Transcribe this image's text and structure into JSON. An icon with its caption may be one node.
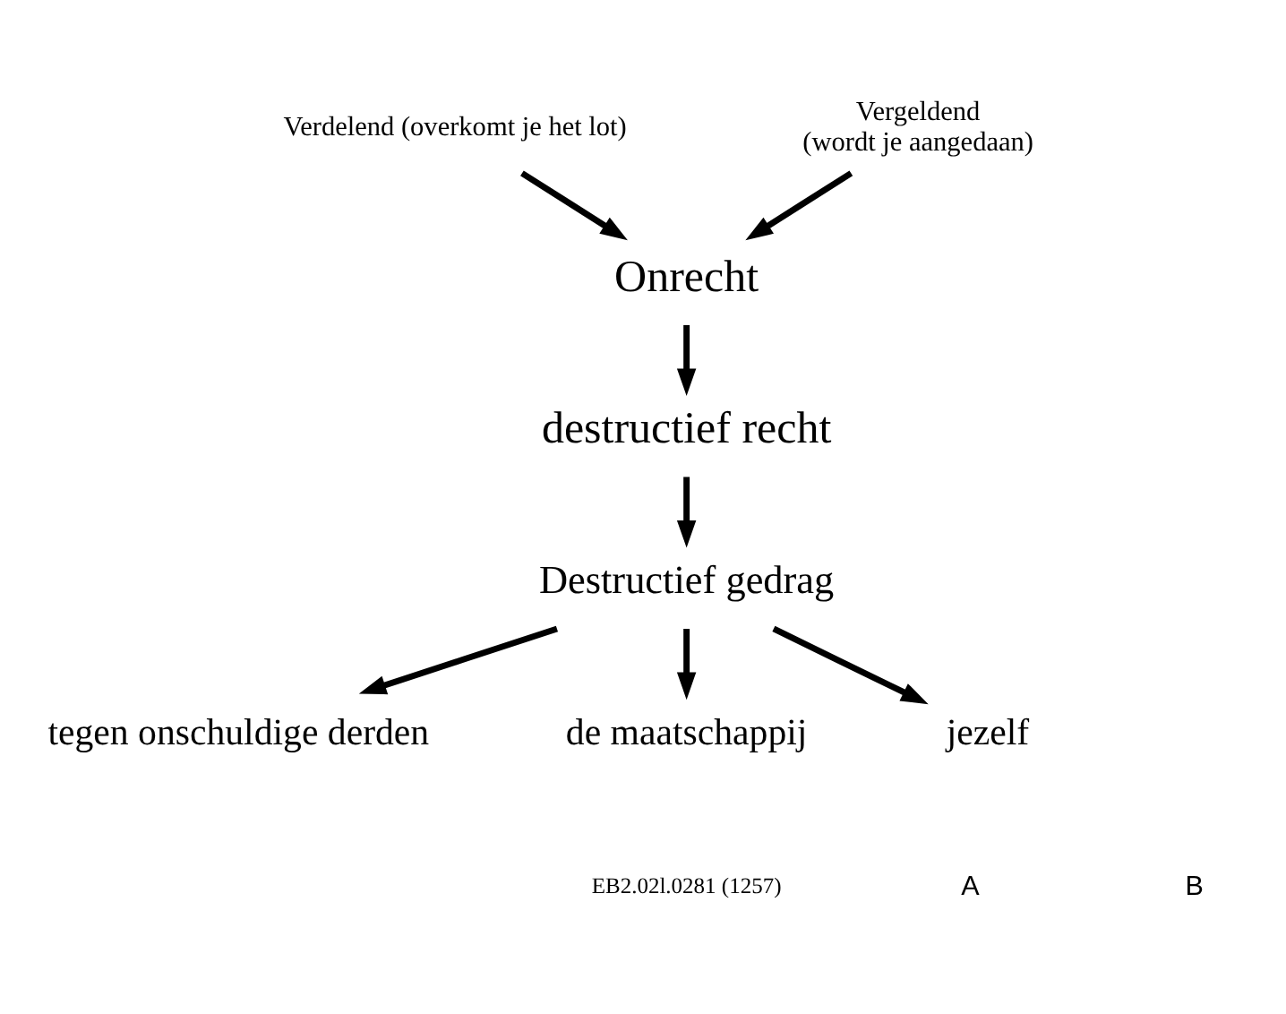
{
  "diagram": {
    "nodes": [
      {
        "text": [
          "Verdelend (overkomt je het lot)"
        ]
      },
      {
        "text": [
          "Vergeldend",
          "(wordt je aangedaan)"
        ]
      },
      {
        "text": [
          "Onrecht"
        ]
      },
      {
        "text": [
          "destructief recht"
        ]
      },
      {
        "text": [
          "Destructief gedrag"
        ]
      },
      {
        "text": [
          "tegen onschuldige derden"
        ]
      },
      {
        "text": [
          "de maatschappij"
        ]
      },
      {
        "text": [
          "jezelf"
        ]
      }
    ],
    "edges": [
      {
        "from": 0,
        "to": 2,
        "arrow": "to"
      },
      {
        "from": 1,
        "to": 2,
        "arrow": "to"
      },
      {
        "from": 2,
        "to": 3,
        "arrow": "to"
      },
      {
        "from": 3,
        "to": 4,
        "arrow": "to"
      },
      {
        "from": 4,
        "to": 5,
        "arrow": "to"
      },
      {
        "from": 4,
        "to": 6,
        "arrow": "to"
      },
      {
        "from": 4,
        "to": 7,
        "arrow": "to"
      }
    ],
    "labels": [
      "EB2.02l.0281 (1257)",
      "A",
      "B"
    ]
  }
}
